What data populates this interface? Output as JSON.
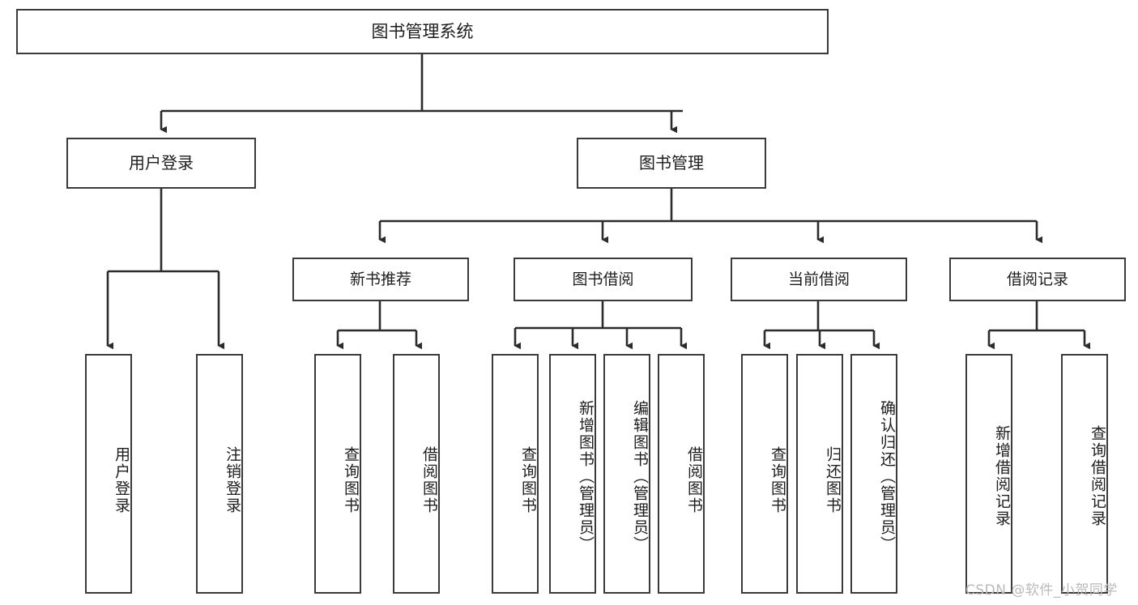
{
  "diagram": {
    "title": "图书管理系统",
    "type": "tree-hierarchy-chart",
    "root": {
      "label": "图书管理系统"
    },
    "level2": [
      {
        "label": "用户登录"
      },
      {
        "label": "图书管理"
      }
    ],
    "level3": [
      {
        "label": "新书推荐"
      },
      {
        "label": "图书借阅"
      },
      {
        "label": "当前借阅"
      },
      {
        "label": "借阅记录"
      }
    ],
    "leaves": {
      "user_login": [
        {
          "label": "用户登录"
        },
        {
          "label": "注销登录"
        }
      ],
      "new_book_recommend": [
        {
          "label": "查询图书"
        },
        {
          "label": "借阅图书"
        }
      ],
      "book_borrow": [
        {
          "label": "查询图书"
        },
        {
          "label": "新增图书（管理员）"
        },
        {
          "label": "编辑图书（管理员）"
        },
        {
          "label": "借阅图书"
        }
      ],
      "current_borrow": [
        {
          "label": "查询图书"
        },
        {
          "label": "归还图书"
        },
        {
          "label": "确认归还（管理员）"
        }
      ],
      "borrow_record": [
        {
          "label": "新增借阅记录"
        },
        {
          "label": "查询借阅记录"
        }
      ]
    }
  },
  "watermark": {
    "text": "CSDN @软件_小贺同学"
  },
  "colors": {
    "box_border": "#3a3a3a",
    "box_fill": "#ffffff",
    "connector": "#2b2b2b",
    "text": "#1d1d1d",
    "watermark": "#b9b9b9",
    "background": "#ffffff"
  }
}
